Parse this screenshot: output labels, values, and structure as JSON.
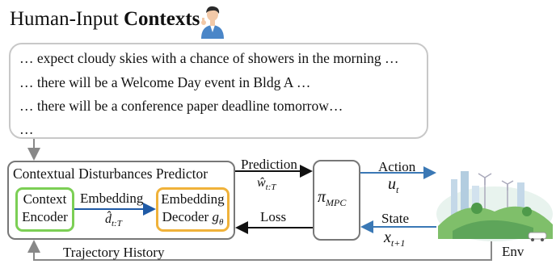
{
  "title": {
    "prefix": "Human-Input ",
    "bold": "Contexts"
  },
  "contexts": [
    "… expect cloudy skies with a chance of showers in the morning …",
    "… there will be a Welcome Day event in Bldg A …",
    "… there will be a conference paper deadline tomorrow…",
    "…"
  ],
  "predictor": {
    "title": "Contextual Disturbances Predictor",
    "encoder_line1": "Context",
    "encoder_line2": "Encoder",
    "embedding_label": "Embedding",
    "embedding_symbol": "d̂",
    "embedding_subscript": "t:T",
    "decoder_line1": "Embedding",
    "decoder_line2": "Decoder",
    "decoder_symbol": "g",
    "decoder_subscript": "θ"
  },
  "prediction_label": "Prediction",
  "prediction_symbol": "ŵ",
  "prediction_subscript": "t:T",
  "loss_label": "Loss",
  "mpc": {
    "symbol": "π",
    "subscript": "MPC"
  },
  "action_label": "Action",
  "action_symbol": "u",
  "action_subscript": "t",
  "state_label": "State",
  "state_symbol": "x",
  "state_subscript": "t+1",
  "trajectory_label": "Trajectory History",
  "env_label": "Env",
  "colors": {
    "encoder_border": "#7ccf55",
    "decoder_border": "#f0b23a",
    "box_border": "#777777",
    "context_border": "#c8c8c8",
    "env_arrow": "#3a78b5",
    "embedding_arrow": "#1f5aa6"
  }
}
